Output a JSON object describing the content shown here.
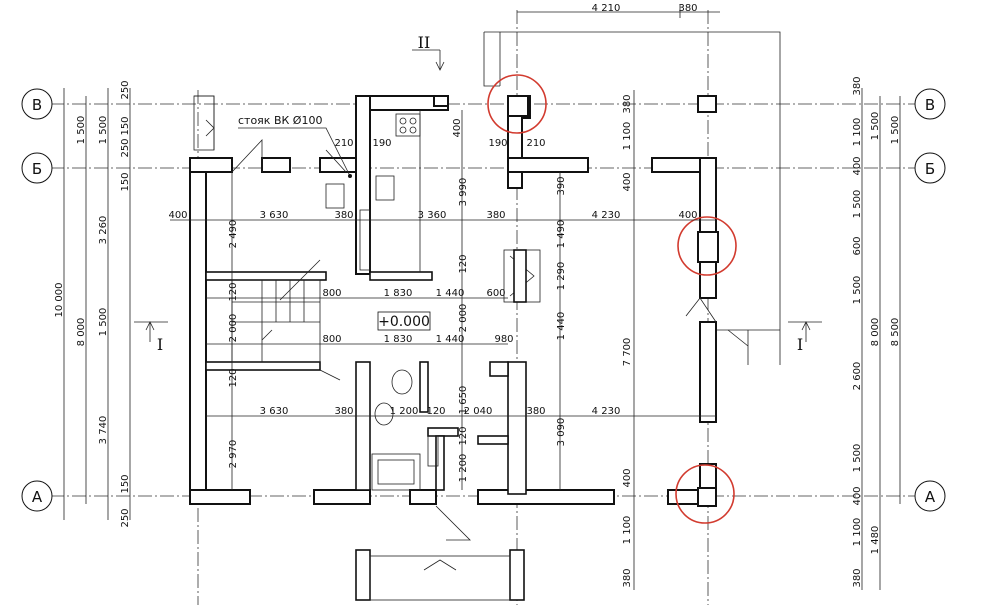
{
  "axes": {
    "v": {
      "label": "В"
    },
    "b": {
      "label": "Б"
    },
    "a": {
      "label": "А"
    }
  },
  "sections": {
    "two": "II",
    "one": "I"
  },
  "level": "+0.000",
  "riser_note": "стояк ВК Ø100",
  "dims": {
    "top_4210": "4 210",
    "top_380": "380",
    "d_400a": "400",
    "d_210a": "210",
    "d_190a": "190",
    "d_190b": "190",
    "d_210b": "210",
    "r1_400": "400",
    "r1_3630": "3 630",
    "r1_380a": "380",
    "r1_3360": "3 360",
    "r1_380b": "380",
    "r1_4230": "4 230",
    "r1_400b": "400",
    "r2_800": "800",
    "r2_1830": "1 830",
    "r2_1440": "1 440",
    "r2_600": "600",
    "r3_800": "800",
    "r3_1830": "1 830",
    "r3_1440": "1 440",
    "r3_980": "980",
    "r4_3630": "3 630",
    "r4_380a": "380",
    "r4_1200": "1 200",
    "r4_120": "120",
    "r4_2040": "2 040",
    "r4_380b": "380",
    "r4_4230": "4 230",
    "v_2490": "2 490",
    "v_120a": "120",
    "v_2000a": "2 000",
    "v_120b": "120",
    "v_2970": "2 970",
    "m_400": "400",
    "m_3990": "3 990",
    "m_120": "120",
    "m_2000": "2 000",
    "m_1650": "1 650",
    "m_120b": "120",
    "m_1200": "1 200",
    "c_390": "390",
    "c_1490": "1 490",
    "c_1290": "1 290",
    "c_1440": "1 440",
    "c_3090": "3 090",
    "r_380": "380",
    "r_1100a": "1 100",
    "r_400a": "400",
    "r_7700": "7 700",
    "r_400b": "400",
    "r_1100b": "1 100",
    "r_380b": "380",
    "L1_250a": "250",
    "L1_1500": "1 500",
    "L1_250b": "250",
    "L1_150a": "150",
    "L1_3260": "3 260",
    "L1_1500b": "1 500",
    "L1_3740": "3 740",
    "L1_150b": "150",
    "L1_250c": "250",
    "L2_150": "150",
    "L2_8000": "8 000",
    "L3_10000": "10 000",
    "R1_380": "380",
    "R1_1100": "1 100",
    "R1_400": "400",
    "R1_1500": "1 500",
    "R1_600": "600",
    "R1_1500b": "1 500",
    "R1_2600": "2 600",
    "R1_1500c": "1 500",
    "R1_400b": "400",
    "R1_1100b": "1 100",
    "R1_380b": "380",
    "R2_1500": "1 500",
    "R2_8000": "8 000",
    "R2_1480": "1 480",
    "R3_8500": "8 500"
  }
}
